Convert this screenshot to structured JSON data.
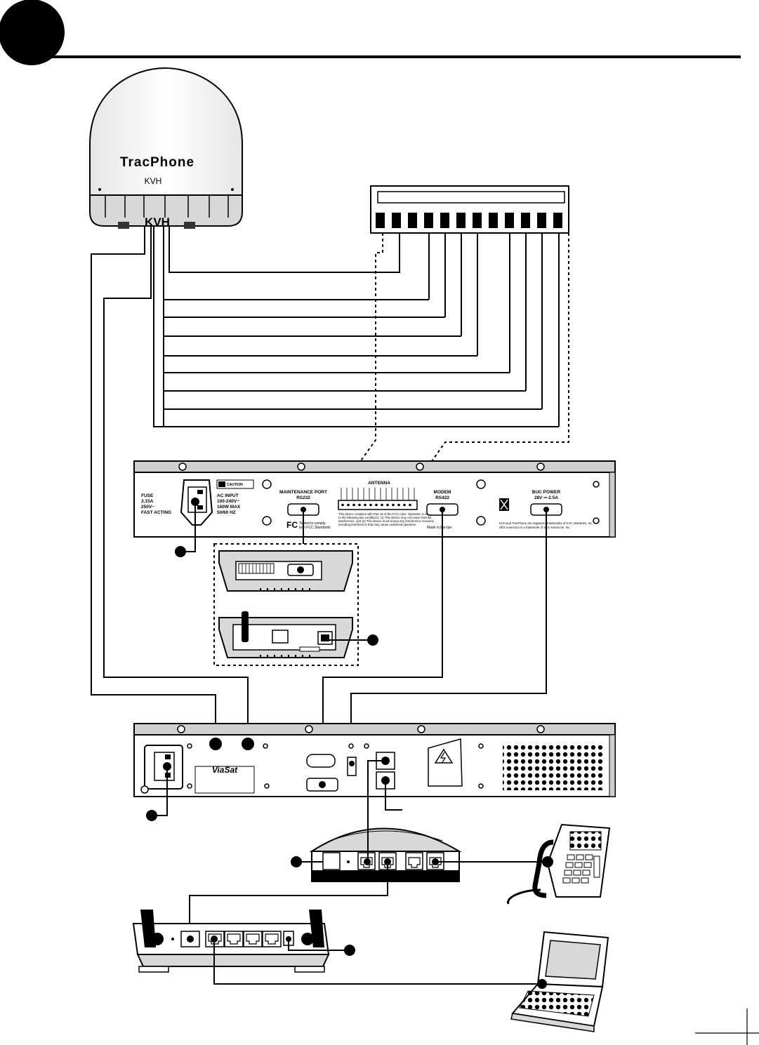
{
  "antenna": {
    "brand": "TracPhone",
    "maker_small": "KVH",
    "maker_large": "KVH"
  },
  "control_unit": {
    "fuse_lines": [
      "FUSE",
      "3.15A",
      "250V~",
      "FAST ACTING"
    ],
    "caution": "CAUTION",
    "ac_input_lines": [
      "AC INPUT",
      "100-240V~",
      "160W MAX",
      "50/60 HZ"
    ],
    "maintenance_port": [
      "MAINTENANCE PORT",
      "RS232"
    ],
    "antenna_label": "ANTENNA",
    "fcc_lines": [
      "Tested to comply",
      "with FCC Standards"
    ],
    "compliance_lines": [
      "This device complies with Part 15 of the FCC rules. Operation is subject",
      "to the following two conditions: (1) This device may not cause harmful",
      "interference, and (2) This device must accept any interference received,",
      "including interference that may cause undesired operation."
    ],
    "modem_port": [
      "MODEM",
      "RS422"
    ],
    "made_in": "Made in Europe",
    "buc_power": [
      "BUC POWER",
      "28V ⎓ 2.5A"
    ],
    "trademark_lines": [
      "KVH and TracPhone are registered trademarks of KVH Industries, Inc.",
      "SES Americom is a trademark of SES Americom, Inc."
    ]
  },
  "modem": {
    "brand": "ViaSat"
  },
  "icons": [
    "antenna-dome-icon",
    "terminal-strip-icon",
    "power-connector-icon",
    "rj45-port-icon",
    "telephone-icon",
    "laptop-icon",
    "router-icon",
    "lightning-warning-icon"
  ]
}
